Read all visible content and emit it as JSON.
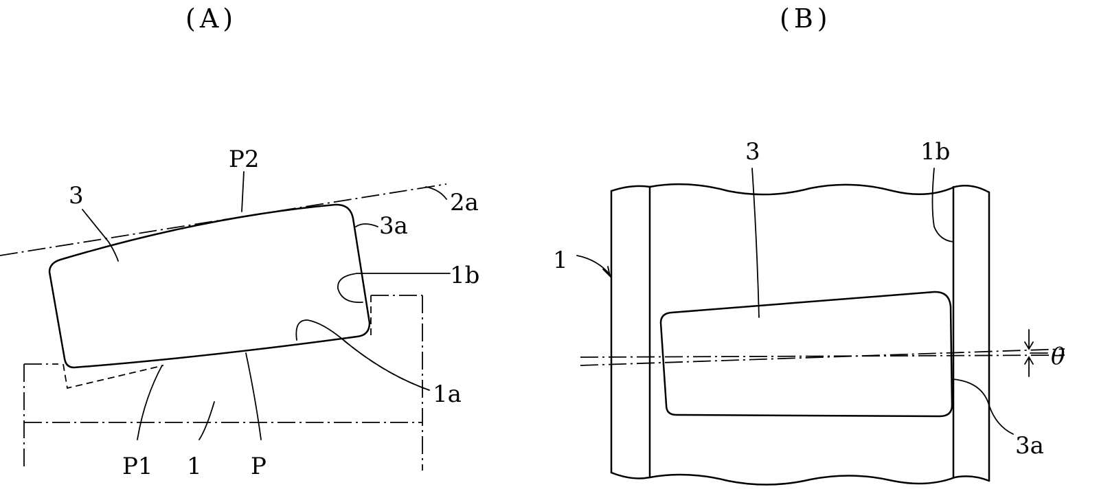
{
  "panel_a": {
    "title": "(A)",
    "labels": {
      "p2": "P2",
      "part3": "3",
      "ref2a": "2a",
      "ref3a": "3a",
      "ref1b": "1b",
      "ref1a": "1a",
      "p1": "P1",
      "part1": "1",
      "p": "P"
    }
  },
  "panel_b": {
    "title": "(B)",
    "labels": {
      "part3": "3",
      "ref1b": "1b",
      "part1": "1",
      "theta": "θ",
      "ref3a": "3a"
    }
  }
}
